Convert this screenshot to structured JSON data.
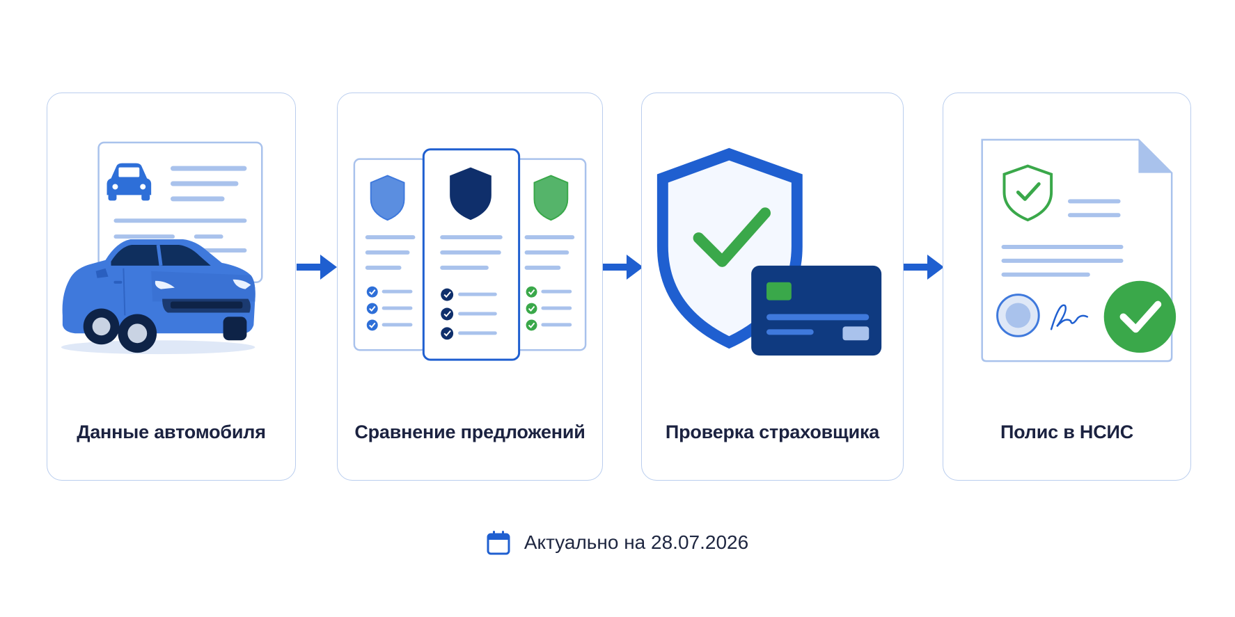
{
  "steps": [
    {
      "label": "Данные автомобиля",
      "icon": "car-document-icon"
    },
    {
      "label": "Сравнение предложений",
      "icon": "comparison-cards-icon"
    },
    {
      "label": "Проверка страховщика",
      "icon": "shield-check-card-icon"
    },
    {
      "label": "Полис в НСИС",
      "icon": "signed-policy-icon"
    }
  ],
  "footer": {
    "icon": "calendar-icon",
    "text": "Актуально на 28.07.2026"
  },
  "colors": {
    "primary_blue": "#1f5fd0",
    "navy": "#0f3a80",
    "light_blue": "#a9c2ec",
    "green": "#3aa84a",
    "card_border": "#b9cdee"
  }
}
